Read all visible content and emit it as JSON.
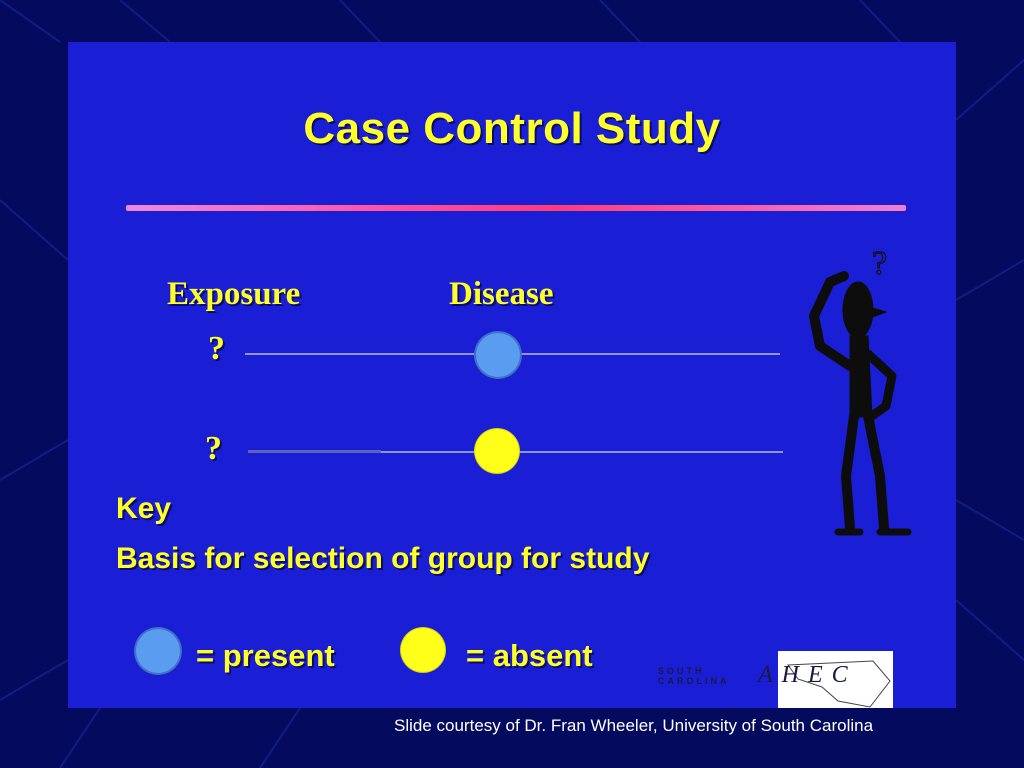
{
  "slide": {
    "title": "Case Control Study",
    "columns": {
      "exposure": "Exposure",
      "disease": "Disease"
    },
    "rows": [
      {
        "exposure_mark": "?",
        "disease_status": "present"
      },
      {
        "exposure_mark": "?",
        "disease_status": "absent"
      }
    ],
    "key": {
      "heading": "Key",
      "description": "Basis for selection of group for study"
    },
    "legend": {
      "present_label": "= present",
      "absent_label": "= absent"
    },
    "logo": {
      "state_line1": "SOUTH",
      "state_line2": "CAROLINA",
      "letters": "AHEC"
    },
    "figure_mark": "?",
    "colors": {
      "background": "#040b5e",
      "slide": "#1a1fd6",
      "title_text": "#ffff2a",
      "present_dot": "#5a9cf0",
      "absent_dot": "#ffff1a"
    },
    "icons": {
      "figure": "confused-stick-figure-icon",
      "present": "blue-circle-icon",
      "absent": "yellow-circle-icon"
    }
  },
  "footer": {
    "credit": "Slide courtesy of Dr. Fran Wheeler, University of South Carolina"
  }
}
